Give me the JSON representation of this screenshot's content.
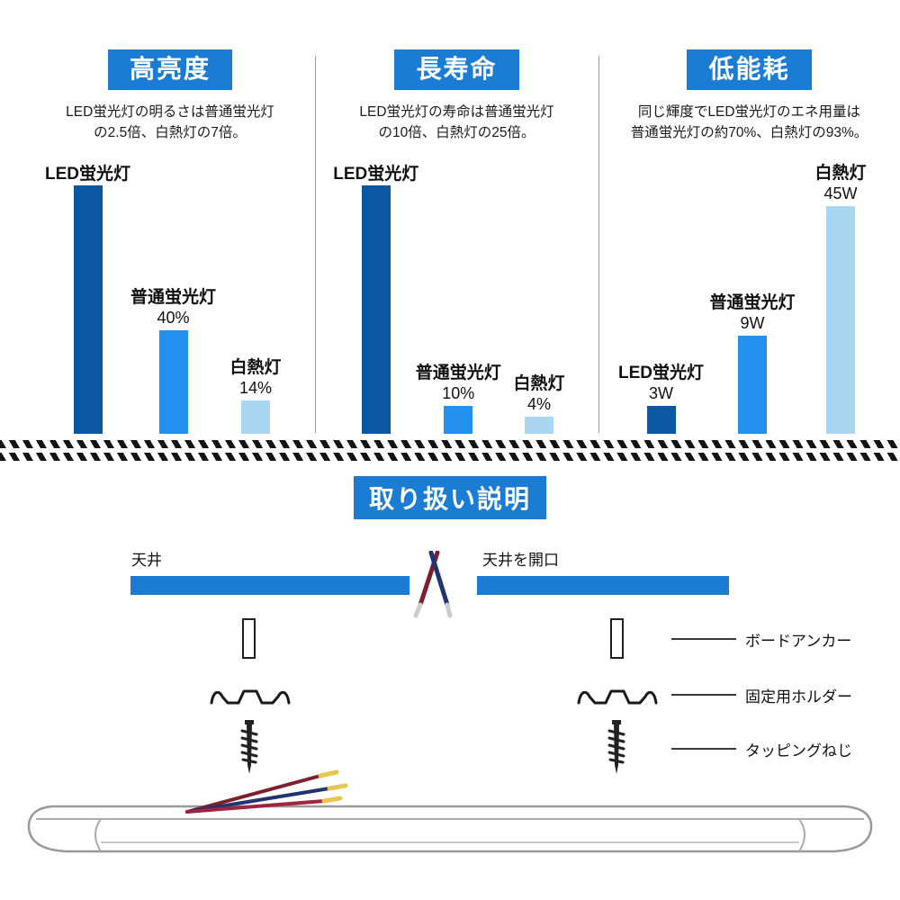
{
  "colors": {
    "badge_blue": "#1b7cd4",
    "bar_dark": "#0b57a4",
    "bar_medium": "#2491f0",
    "bar_light": "#a9d6f1",
    "wire_dark_red": "#7d1f2d",
    "wire_red": "#a02440",
    "wire_navy": "#20356f",
    "wire_tip_yellow": "#e6c84f"
  },
  "charts": [
    {
      "title": "高亮度",
      "desc1": "LED蛍光灯の明るさは普通蛍光灯",
      "desc2": "の2.5倍、白熱灯の7倍。",
      "bars": [
        {
          "label": "LED蛍光灯",
          "value": "",
          "px": 276
        },
        {
          "label": "普通蛍光灯",
          "value": "40%",
          "px": 115
        },
        {
          "label": "白熱灯",
          "value": "14%",
          "px": 37
        }
      ]
    },
    {
      "title": "長寿命",
      "desc1": "LED蛍光灯の寿命は普通蛍光灯",
      "desc2": "の10倍、白熱灯の25倍。",
      "bars": [
        {
          "label": "LED蛍光灯",
          "value": "",
          "px": 276
        },
        {
          "label": "普通蛍光灯",
          "value": "10%",
          "px": 31
        },
        {
          "label": "白熱灯",
          "value": "4%",
          "px": 19
        }
      ]
    },
    {
      "title": "低能耗",
      "desc1": "同じ輝度でLED蛍光灯のエネ用量は",
      "desc2": "普通蛍光灯の約70%、白熱灯の93%。",
      "bars": [
        {
          "label": "LED蛍光灯",
          "value": "3W",
          "px": 31
        },
        {
          "label": "普通蛍光灯",
          "value": "9W",
          "px": 109
        },
        {
          "label": "白熱灯",
          "value": "45W",
          "px": 253
        }
      ]
    }
  ],
  "chart_data": [
    {
      "type": "bar",
      "title": "高亮度",
      "categories": [
        "LED蛍光灯",
        "普通蛍光灯",
        "白熱灯"
      ],
      "values": [
        100,
        40,
        14
      ],
      "unit": "%",
      "note": "LED蛍光灯の明るさは普通蛍光灯の2.5倍、白熱灯の7倍。",
      "ylim": [
        0,
        100
      ]
    },
    {
      "type": "bar",
      "title": "長寿命",
      "categories": [
        "LED蛍光灯",
        "普通蛍光灯",
        "白熱灯"
      ],
      "values": [
        100,
        10,
        4
      ],
      "unit": "%",
      "note": "LED蛍光灯の寿命は普通蛍光灯の10倍、白熱灯の25倍。",
      "ylim": [
        0,
        100
      ]
    },
    {
      "type": "bar",
      "title": "低能耗",
      "categories": [
        "LED蛍光灯",
        "普通蛍光灯",
        "白熱灯"
      ],
      "values": [
        3,
        9,
        45
      ],
      "unit": "W",
      "note": "同じ輝度でLED蛍光灯のエネ用量は普通蛍光灯の約70%、白熱灯の93%。",
      "ylim": [
        0,
        50
      ]
    }
  ],
  "instructions": {
    "title": "取り扱い説明",
    "ceiling_label": "天井",
    "opening_label": "天井を開口",
    "legend": [
      {
        "label": "ボードアンカー"
      },
      {
        "label": "固定用ホルダー"
      },
      {
        "label": "タッピングねじ"
      }
    ]
  }
}
